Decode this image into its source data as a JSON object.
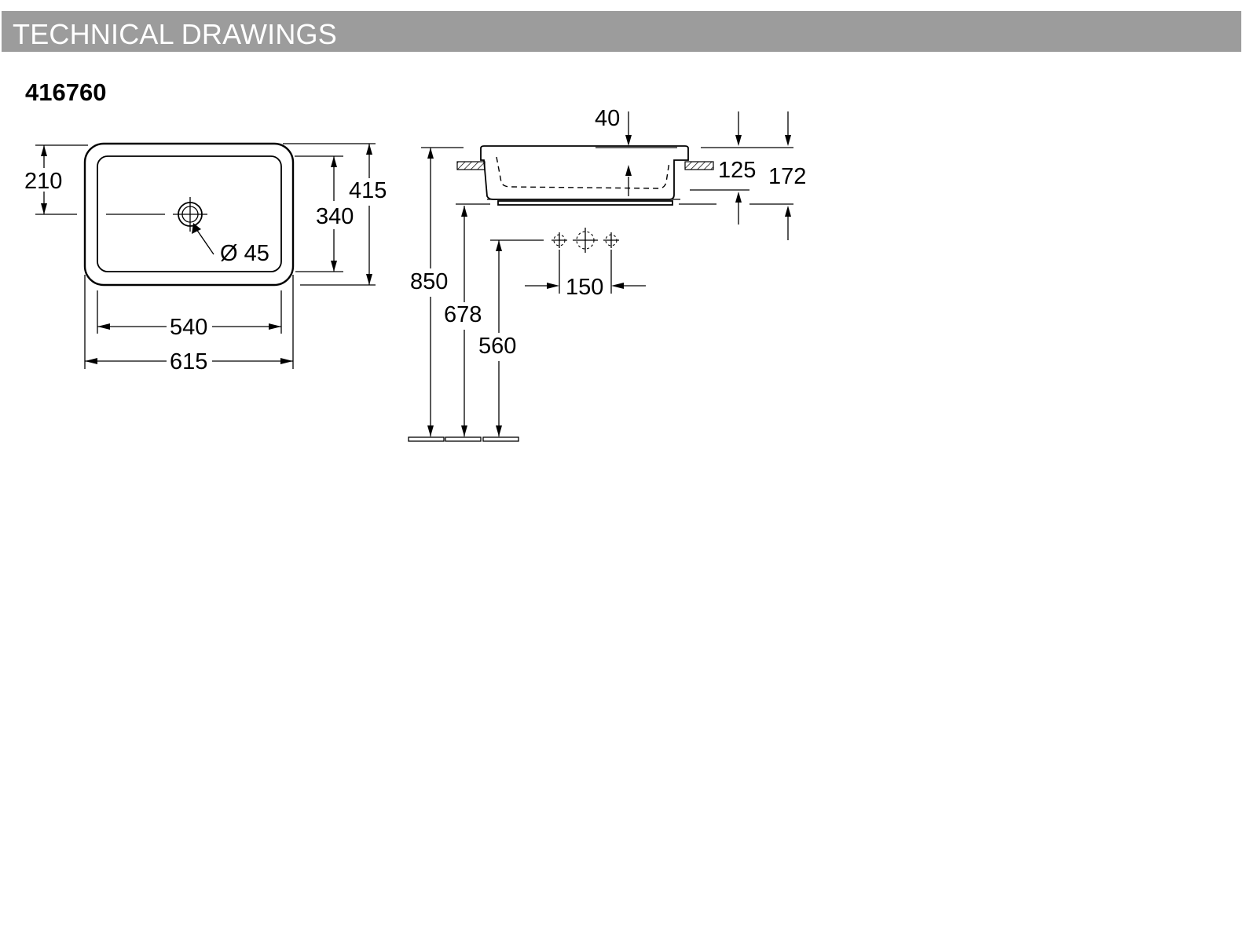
{
  "header": {
    "title": "TECHNICAL DRAWINGS"
  },
  "product": {
    "code": "416760"
  },
  "top_view": {
    "dimensions": {
      "drain_offset": "210",
      "inner_depth": "340",
      "outer_depth": "415",
      "drain_diameter": "Ø 45",
      "inner_width": "540",
      "outer_width": "615"
    }
  },
  "side_view": {
    "dimensions": {
      "rim_thickness": "40",
      "bowl_height": "125",
      "total_height": "172",
      "installation_height": "850",
      "bowl_bottom_height": "678",
      "tap_height": "560",
      "tap_spacing": "150"
    }
  }
}
